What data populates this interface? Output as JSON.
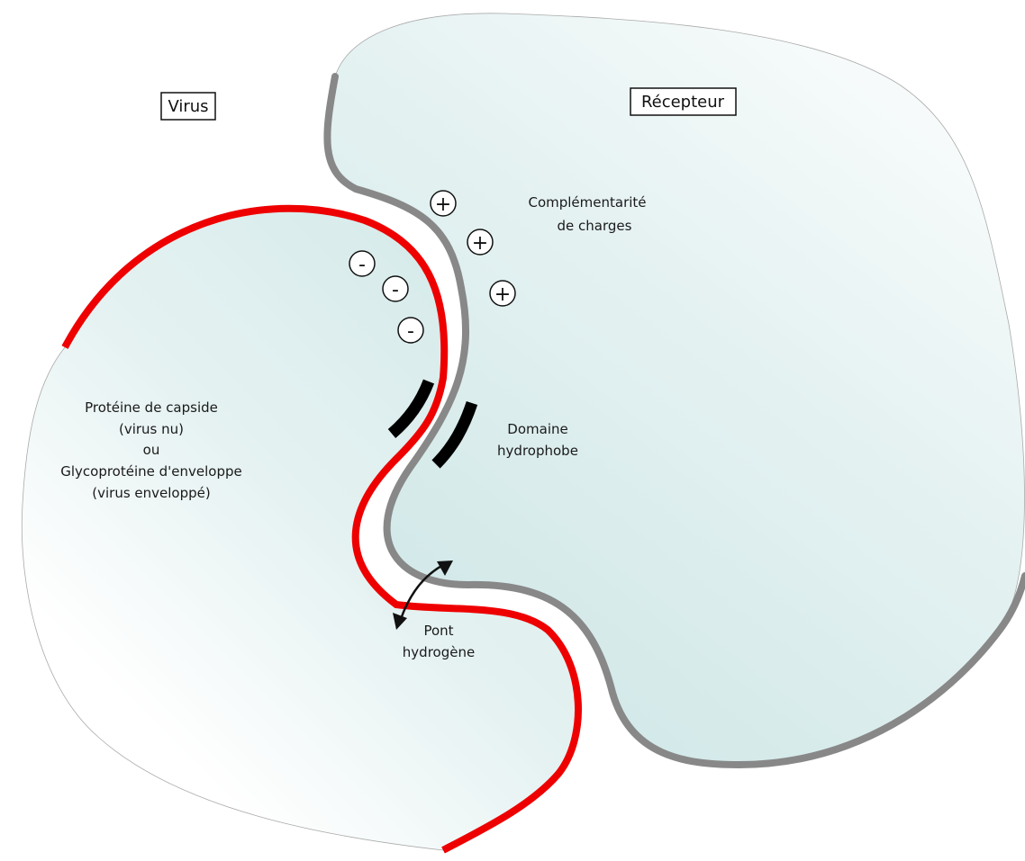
{
  "labels": {
    "virus": "Virus",
    "receptor": "Récepteur",
    "charge_line1": "Complémentarité",
    "charge_line2": "de charges",
    "protein_line1": "Protéine de capside",
    "protein_line2": "(virus nu)",
    "protein_line3": "ou",
    "protein_line4": "Glycoprotéine d'enveloppe",
    "protein_line5": "(virus enveloppé)",
    "hydro_line1": "Domaine",
    "hydro_line2": "hydrophobe",
    "bridge_line1": "Pont",
    "bridge_line2": "hydrogène"
  },
  "charges": {
    "positive": [
      "+",
      "+",
      "+"
    ],
    "negative": [
      "-",
      "-",
      "-"
    ]
  },
  "colors": {
    "virus_membrane": "#ee0000",
    "receptor_membrane": "#888888",
    "fill_tint": "#d8ecec",
    "hydrophobic_bar": "#000000"
  }
}
